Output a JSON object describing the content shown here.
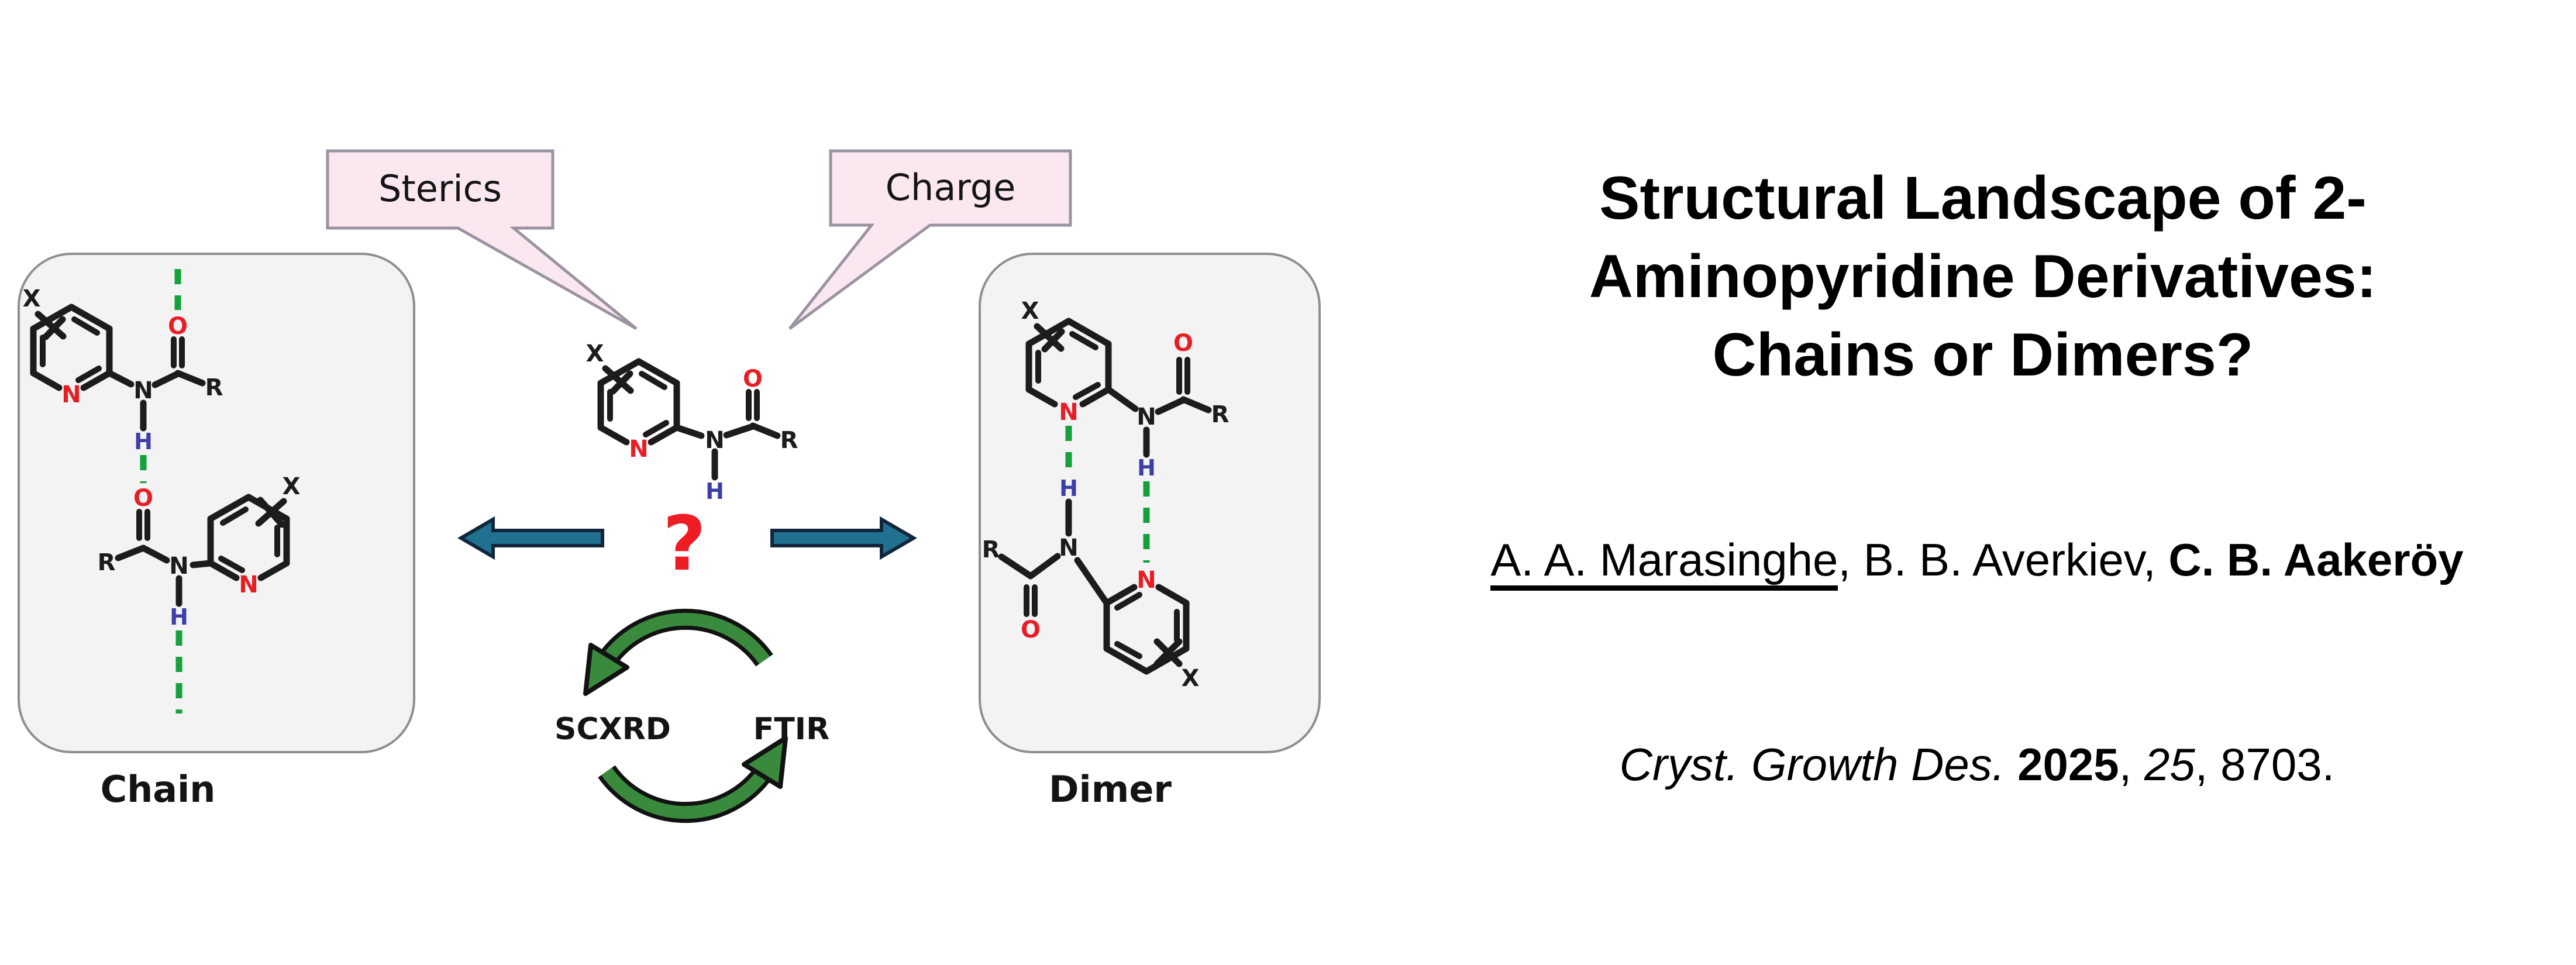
{
  "figure": {
    "bubbles": {
      "sterics": "Sterics",
      "charge": "Charge"
    },
    "boxes": {
      "chain_label": "Chain",
      "dimer_label": "Dimer"
    },
    "question_mark": "?",
    "cycle": {
      "left_label": "SCXRD",
      "right_label": "FTIR"
    },
    "atoms": {
      "nitrogen": "N",
      "oxygen": "O",
      "hydrogen": "H",
      "r_group": "R",
      "x_substituent": "X"
    },
    "colors": {
      "bubble_fill": "#fbe7f0",
      "bubble_border": "#9b93a1",
      "arrow_fill": "#20708f",
      "arrow_outline": "#12263b",
      "cycle_green": "#3a8a3e",
      "hbond_green": "#14a03a",
      "heteroatom_red": "#e81e25",
      "hydrogen_blue": "#3d3fa8",
      "question_red": "#ee1c25",
      "box_fill": "#f3f3f4",
      "box_border": "#8e8e8e",
      "bond_black": "#1c1c1c"
    }
  },
  "text_panel": {
    "title_lines": [
      "Structural Landscape of 2-",
      "Aminopyridine Derivatives:",
      "Chains or Dimers?"
    ],
    "authors": {
      "author1": "A. A. Marasinghe",
      "sep1": ", ",
      "author2": "B. B. Averkiev",
      "sep2": ", ",
      "author3": "C. B. Aakeröy"
    },
    "citation": {
      "journal": "Cryst. Growth Des.",
      "space": " ",
      "year": "2025",
      "sep1": ", ",
      "volume": "25",
      "sep2": ", ",
      "page": "8703."
    }
  }
}
